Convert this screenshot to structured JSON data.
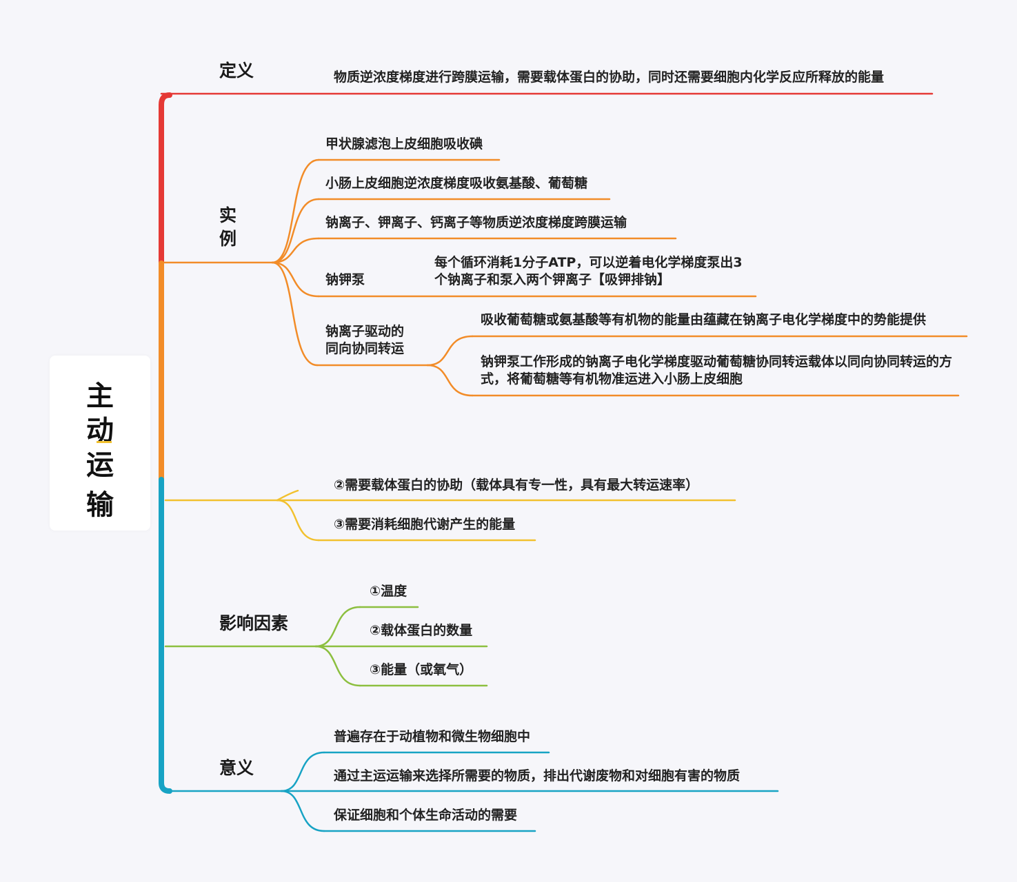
{
  "root": {
    "chars": [
      "主",
      "动",
      "运",
      "输"
    ]
  },
  "colors": {
    "definition": "#e53935",
    "examples": "#f28c28",
    "features": "#f2c12e",
    "factors": "#8cbf3f",
    "significance": "#17a3c4"
  },
  "branches": {
    "definition": {
      "label": "定义",
      "items": [
        "物质逆浓度梯度进行跨膜运输，需要载体蛋白的协助，同时还需要细胞内化学反应所释放的能量"
      ]
    },
    "examples": {
      "label": "实例",
      "items": [
        "甲状腺滤泡上皮细胞吸收碘",
        "小肠上皮细胞逆浓度梯度吸收氨基酸、葡萄糖",
        "钠离子、钾离子、钙离子等物质逆浓度梯度跨膜运输"
      ],
      "pump": {
        "label": "钠钾泵",
        "detail": "每个循环消耗1分子ATP，可以逆着电化学梯度泵出3个钠离子和泵入两个钾离子【吸钾排钠】"
      },
      "cotransport": {
        "label": "钠离子驱动的同向协同转运",
        "items": [
          "吸收葡萄糖或氨基酸等有机物的能量由蕴藏在钠离子电化学梯度中的势能提供",
          "钠钾泵工作形成的钠离子电化学梯度驱动葡萄糖协同转运载体以同向协同转运的方式，将葡萄糖等有机物准运进入小肠上皮细胞"
        ]
      }
    },
    "features": {
      "items": [
        "②需要载体蛋白的协助（载体具有专一性，具有最大转运速率）",
        "③需要消耗细胞代谢产生的能量"
      ]
    },
    "factors": {
      "label": "影响因素",
      "items": [
        "①温度",
        "②载体蛋白的数量",
        "③能量（或氧气）"
      ]
    },
    "significance": {
      "label": "意义",
      "items": [
        "普遍存在于动植物和微生物细胞中",
        "通过主运运输来选择所需要的物质，排出代谢废物和对细胞有害的物质",
        "保证细胞和个体生命活动的需要"
      ]
    }
  }
}
